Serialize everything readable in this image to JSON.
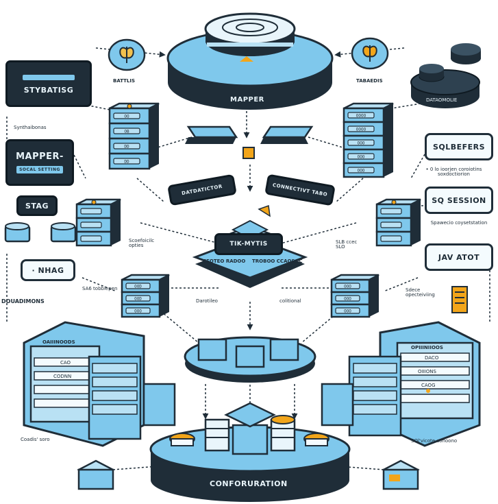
{
  "colors": {
    "accent_blue": "#7fc8ec",
    "light_blue": "#b9e1f4",
    "dark": "#1f2d38",
    "orange": "#f2a51a",
    "background": "#ffffff"
  },
  "nodes": {
    "top_disc": "MAPPER",
    "bottom_disc": "CONFORURATION",
    "center": "TIK-MYTIS",
    "left_top_chip": "",
    "left_top_box": "STYBATISG",
    "left_mapper_box": "MAPPER-",
    "left_mapper_sub": "SOCAL SETTING",
    "left_stag": "STAG",
    "left_nhas": "· NHAG",
    "right_sqlbefers": "SQLBEFERS",
    "right_sqsession": "SQ SESSION",
    "right_javatot": "JAV ATOT",
    "tag_datadictor": "DATDATICTOR",
    "tag_connection": "CONNECTIVT TABO",
    "dark_disc_label": "DATAOMOLIE"
  },
  "labels": {
    "battlis": "BATTLIS",
    "tabaedis": "TABAEDIS",
    "left_under_box": "Synthaibonas",
    "right_under_box": "• 0 lo ioorjen coroiotins soxdoctiorion",
    "right_mid_note": "Spawecio coysetstation",
    "mid_left_note": "Scoefoicilc opties",
    "mid_right_note": "SLB ccec SLO",
    "left_small_note": "SA6 tobbiepen",
    "right_small_note": "Sdece opecteiviing",
    "doumadimong": "DOUADIMONS",
    "left_bottom_note": "Coadis' soro",
    "right_bottom_note": "SOl'vicote conoono",
    "mid_left_small": "Darotileo",
    "mid_right_small": "colitional",
    "center_base_left": "CEOTEO RADOO",
    "center_base_right": "TROBOO CCAOSOC",
    "left_stack_label": "OAIIINOODS",
    "left_stack_row1": "CAO",
    "left_stack_row2": "CODNN",
    "right_stack_label": "OPIIINIIOOS",
    "right_stack_row1": "DACO",
    "right_stack_row2": "OIIIONS",
    "right_stack_row3": "CAOG"
  },
  "server_labels": {
    "server_a": [
      "OO",
      "OB",
      "DD",
      "DD"
    ],
    "server_b": [
      "OOOO",
      "OOOO",
      "OOO",
      "OOO",
      "OOO"
    ],
    "server_c": [
      "OOD",
      "OOD",
      "OOO"
    ],
    "server_d": [
      "OOO",
      "OOO",
      "OOO"
    ]
  }
}
